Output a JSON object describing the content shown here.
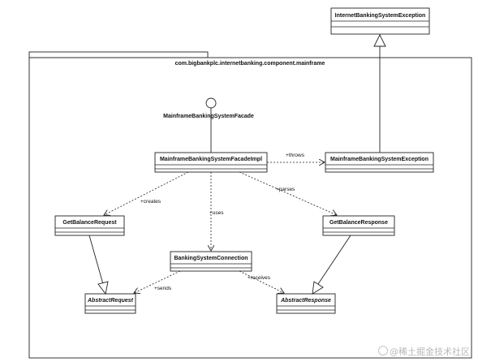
{
  "package": {
    "title": "com.bigbankplc.internetbanking.component.mainframe"
  },
  "interface": {
    "label": "MainframeBankingSystemFacade"
  },
  "classes": {
    "internet_exception": {
      "name": "InternetBankingSystemException",
      "abstract": false
    },
    "facade_impl": {
      "name": "MainframeBankingSystemFacadeImpl",
      "abstract": false
    },
    "mainframe_exception": {
      "name": "MainframeBankingSystemException",
      "abstract": false
    },
    "get_balance_request": {
      "name": "GetBalanceRequest",
      "abstract": false
    },
    "get_balance_response": {
      "name": "GetBalanceResponse",
      "abstract": false
    },
    "banking_connection": {
      "name": "BankingSystemConnection",
      "abstract": false
    },
    "abstract_request": {
      "name": "AbstractRequest",
      "abstract": true
    },
    "abstract_response": {
      "name": "AbstractResponse",
      "abstract": true
    }
  },
  "relations": {
    "throws": "+throws",
    "creates": "+creates",
    "uses": "+uses",
    "parses": "+parses",
    "sends": "+sends",
    "receives": "+receives"
  },
  "watermark": {
    "text": "@稀土掘金技术社区"
  },
  "colors": {
    "line": "#222222",
    "box_fill": "#ffffff",
    "watermark": "#b8b8b8"
  }
}
